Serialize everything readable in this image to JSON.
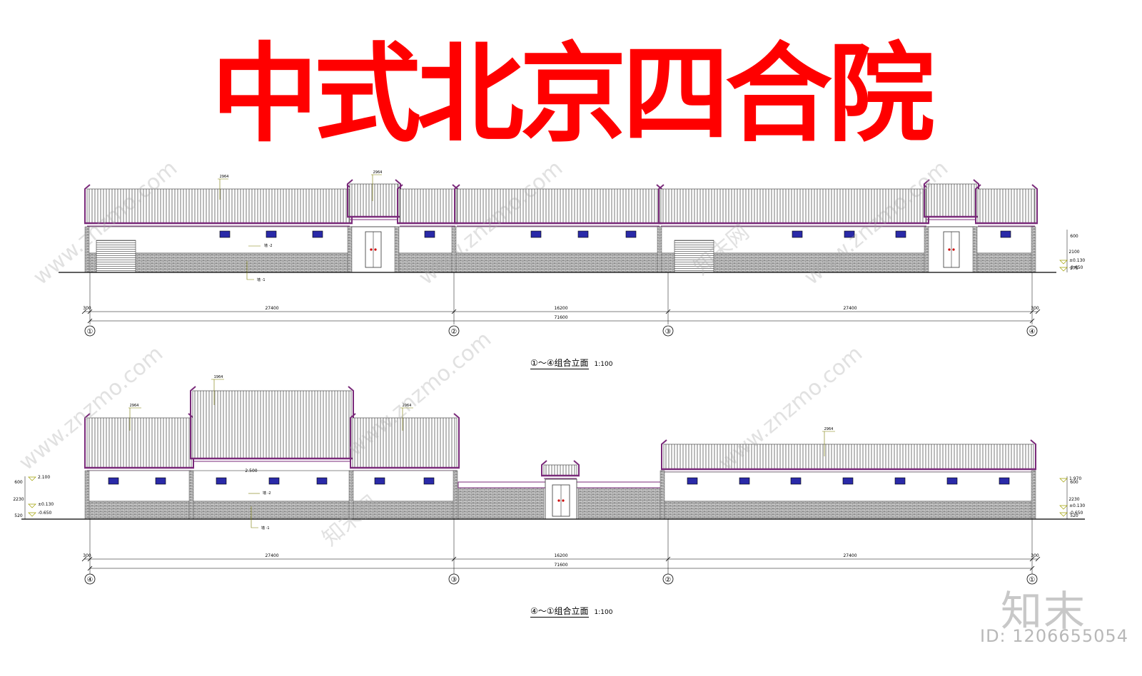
{
  "title": "中式北京四合院",
  "drawings": [
    {
      "caption_label": "①～④组合立面",
      "caption_scale": "1:100",
      "axes": [
        "①",
        "②",
        "③",
        "④"
      ],
      "dims_segments": [
        "300",
        "27400",
        "16200",
        "27400",
        "300"
      ],
      "dim_total": "71600",
      "levels": [
        "±0.130",
        "-0.650"
      ],
      "side_dims": [
        "600",
        "2100",
        "275"
      ],
      "notes": [
        "2964",
        "2964",
        "墙 -2",
        "墙 -1"
      ]
    },
    {
      "caption_label": "④～①组合立面",
      "caption_scale": "1:100",
      "axes": [
        "④",
        "③",
        "②",
        "①"
      ],
      "dims_segments": [
        "300",
        "27400",
        "16200",
        "27400",
        "300"
      ],
      "dim_total": "71600",
      "levels_left": [
        "2.100",
        "±0.130",
        "-0.650"
      ],
      "levels_right": [
        "1.970",
        "±0.130",
        "-0.650"
      ],
      "side_dims": [
        "600",
        "2230",
        "520"
      ],
      "notes": [
        "2964",
        "1964",
        "2964",
        "2964",
        "2.500",
        "墙 -2",
        "墙 -1"
      ]
    }
  ],
  "watermark": "www.znzmo.com",
  "watermark_site": "知末网",
  "logo": "知末",
  "image_id": "ID: 1206655054",
  "colors": {
    "title": "#ff0000",
    "roof": "#7a2a7a",
    "wall_brick": "#555555",
    "window": "#2a2aa8"
  }
}
